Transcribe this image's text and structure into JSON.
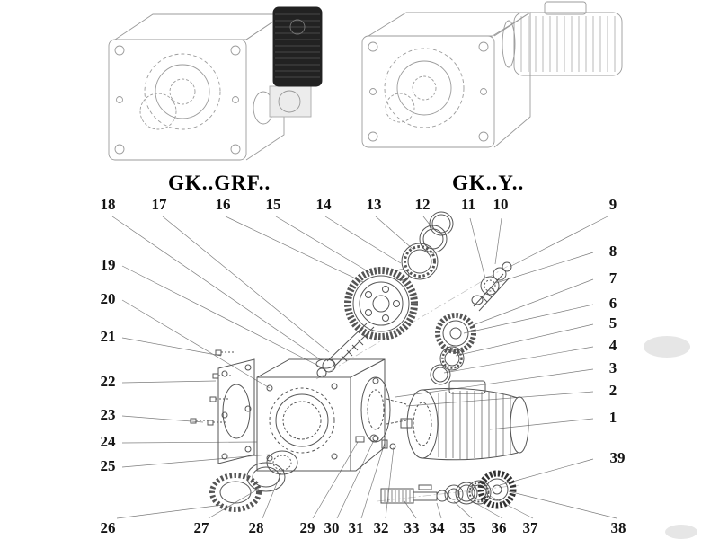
{
  "titles": {
    "left_model": "GK..GRF..",
    "right_model": "GK..Y.."
  },
  "callouts": {
    "top": [
      "18",
      "17",
      "16",
      "15",
      "14",
      "13",
      "12",
      "11",
      "10",
      "9"
    ],
    "right": [
      "8",
      "7",
      "6",
      "5",
      "4",
      "3",
      "2",
      "1",
      "39"
    ],
    "left": [
      "19",
      "20",
      "21",
      "22",
      "23",
      "24",
      "25"
    ],
    "bottom": [
      "26",
      "27",
      "28",
      "29",
      "30",
      "31",
      "32",
      "33",
      "34",
      "35",
      "36",
      "37",
      "38"
    ]
  }
}
